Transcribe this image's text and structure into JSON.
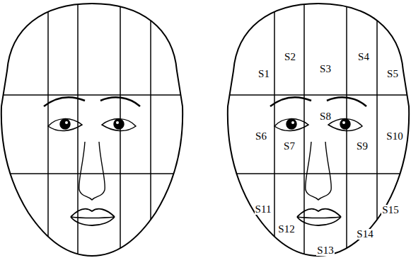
{
  "diagram": {
    "labels": [
      "S1",
      "S2",
      "S3",
      "S4",
      "S5",
      "S6",
      "S7",
      "S8",
      "S9",
      "S10",
      "S11",
      "S12",
      "S13",
      "S14",
      "S15"
    ]
  }
}
